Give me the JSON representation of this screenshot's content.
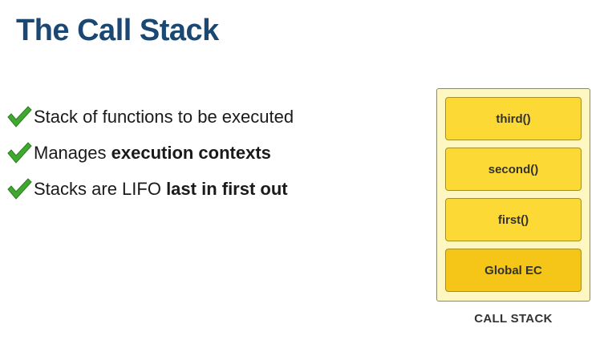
{
  "title": "The Call Stack",
  "check_color": "#3fa82e",
  "bullets": [
    {
      "icon": "checkmark-icon",
      "plain": "Stack of functions to be executed",
      "bold": ""
    },
    {
      "icon": "checkmark-icon",
      "plain": "Manages ",
      "bold": "execution contexts"
    },
    {
      "icon": "checkmark-icon",
      "plain": "Stacks are LIFO ",
      "bold": "last in first out"
    }
  ],
  "call_stack": {
    "frames": [
      "third()",
      "second()",
      "first()",
      "Global EC"
    ],
    "caption": "CALL STACK",
    "frame_color": "#fcd934",
    "container_color": "#fff7c2"
  }
}
